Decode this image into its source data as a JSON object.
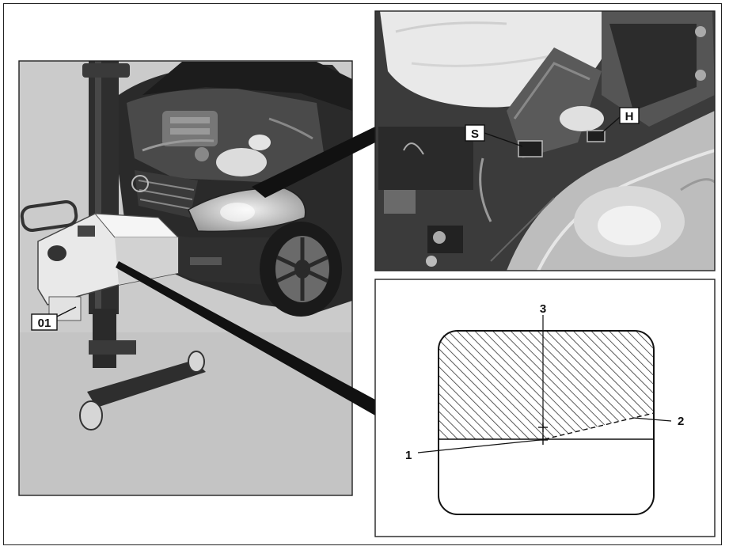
{
  "callouts": {
    "headlamp_tester": "01",
    "adjusting_screw_s": "S",
    "adjusting_screw_h": "H"
  },
  "beam_pattern": {
    "marker_1": "1",
    "marker_2": "2",
    "marker_3": "3"
  },
  "colors": {
    "panel_grey": "#cbcbcb",
    "ink": "#111111"
  }
}
